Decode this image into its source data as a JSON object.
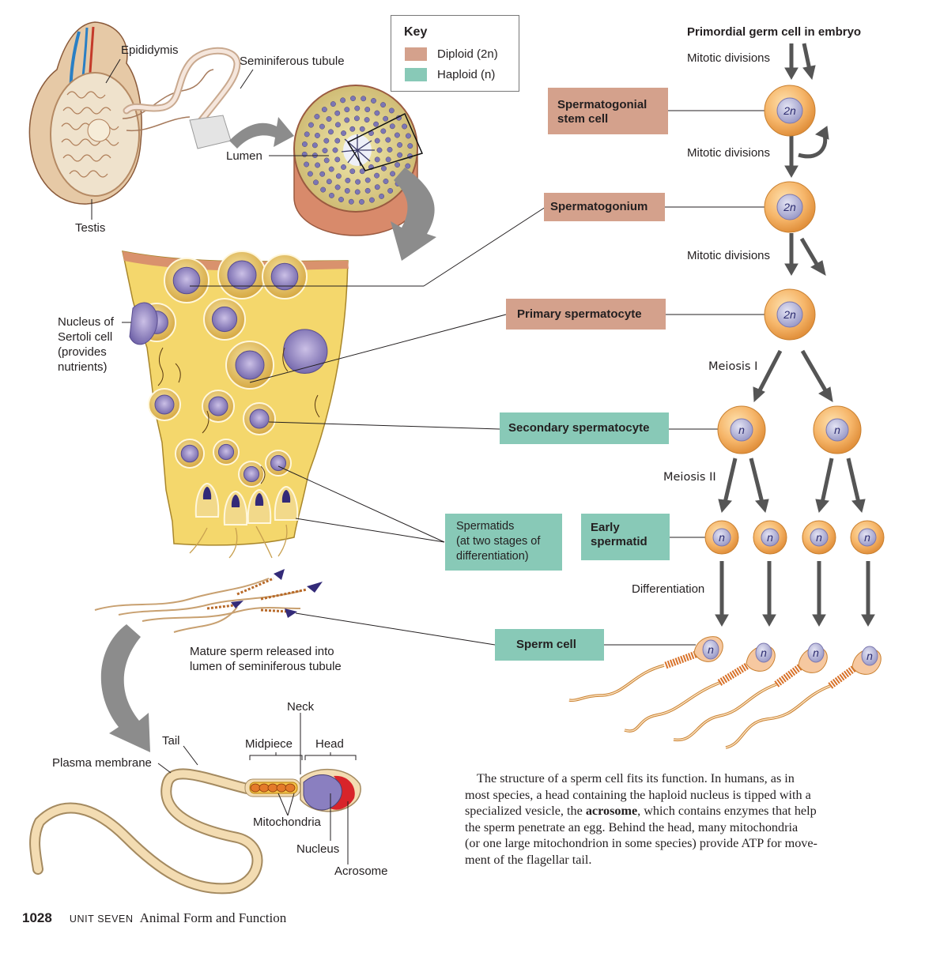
{
  "key": {
    "title": "Key",
    "diploid_label": "Diploid (2n)",
    "haploid_label": "Haploid (n)",
    "diploid_color": "#d4a18c",
    "haploid_color": "#88c9b7"
  },
  "anatomy": {
    "epididymis": "Epididymis",
    "seminiferous_tubule": "Seminiferous tubule",
    "testis": "Testis",
    "lumen": "Lumen",
    "sertoli": [
      "Nucleus of",
      "Sertoli cell",
      "(provides",
      "nutrients)"
    ],
    "mature_sperm": [
      "Mature sperm released into",
      "lumen of seminiferous tubule"
    ]
  },
  "pathway": {
    "primordial": "Primordial germ cell in embryo",
    "mitotic_1": "Mitotic divisions",
    "mitotic_2": "Mitotic divisions",
    "mitotic_3": "Mitotic divisions",
    "meiosis_1": "Meiosis I",
    "meiosis_2": "Meiosis II",
    "differentiation": "Differentiation",
    "stem_cell": [
      "Spermatogonial",
      "stem cell"
    ],
    "spermatogonium": "Spermatogonium",
    "primary": "Primary spermatocyte",
    "secondary": "Secondary spermatocyte",
    "early_spermatid": [
      "Early",
      "spermatid"
    ],
    "spermatids": [
      "Spermatids",
      "(at two stages of",
      "differentiation)"
    ],
    "sperm_cell": "Sperm cell",
    "diploid_mark": "2n",
    "haploid_mark": "n"
  },
  "sperm_structure": {
    "neck": "Neck",
    "tail": "Tail",
    "midpiece": "Midpiece",
    "head": "Head",
    "plasma_membrane": "Plasma membrane",
    "mitochondria": "Mitochondria",
    "nucleus": "Nucleus",
    "acrosome": "Acrosome"
  },
  "paragraph": {
    "line1": "The structure of a sperm cell fits its function. In humans, as in",
    "line2": "most species, a head containing the haploid nucleus is tipped with a",
    "line3_pre": "specialized vesicle, the ",
    "line3_bold": "acrosome",
    "line3_post": ", which contains enzymes that help",
    "line4": "the sperm penetrate an egg. Behind the head, many mitochondria",
    "line5": "(or one large mitochondrion in some species) provide ATP for move-",
    "line6": "ment of the flagellar tail."
  },
  "footer": {
    "page": "1028",
    "unit": "UNIT SEVEN",
    "book": "Animal Form and Function"
  }
}
